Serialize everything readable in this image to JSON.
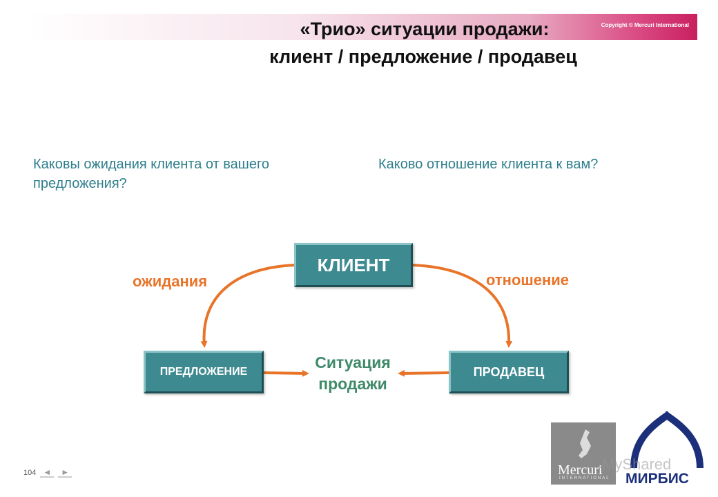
{
  "header": {
    "title_line1": "«Трио» ситуации продажи:",
    "title_line2": "клиент / предложение / продавец",
    "copyright": "Copyright © Mercuri International"
  },
  "questions": {
    "left": "Каковы ожидания клиента от вашего предложения?",
    "right": "Каково отношение клиента к вам?"
  },
  "diagram": {
    "client": "КЛИЕНТ",
    "offer": "ПРЕДЛОЖЕНИЕ",
    "seller": "ПРОДАВЕЦ",
    "expectations": "ожидания",
    "attitude": "отношение",
    "situation": "Ситуация продажи",
    "arrow_color": "#e8742a",
    "box_color": "#3e8a91"
  },
  "footer": {
    "page_number": "104",
    "prev_icon": "◄",
    "next_icon": "►",
    "mercuri_logo_text": "Mercuri",
    "mercuri_logo_sub": "INTERNATIONAL",
    "mirbis_logo_text": "МИРБИС",
    "watermark": "MyShared"
  }
}
